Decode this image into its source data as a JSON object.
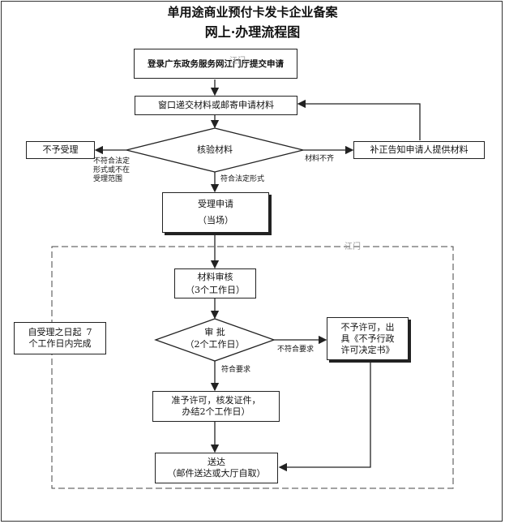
{
  "header": {
    "title": "单用途商业预付卡发卡企业备案",
    "subtitle": "网上·办理流程图"
  },
  "steps": {
    "login": "登录广东政务服务网江门厅提交申请",
    "submit_materials": "窗口递交材料或邮寄申请材料",
    "verify": "核验材料",
    "reject": "不予受理",
    "supplement": "补正告知申请人提供材料",
    "accept_line1": "受理申请",
    "accept_line2": "（当场）",
    "review_line1": "材料审核",
    "review_line2": "（3个工作日）",
    "approve_line1": "审 批",
    "approve_line2": "（2个工作日）",
    "deny_line1": "不予许可，出",
    "deny_line2": "具《不予行政",
    "deny_line3": "许可决定书》",
    "grant_line1": "准予许可，核发证件，",
    "grant_line2": "办结2个工作日）",
    "deliver_line1": "送达",
    "deliver_line2": "（邮件送达或大厅自取）",
    "note_line1": "自受理之日起",
    "note_7": "7",
    "note_line2": "个工作日内完成"
  },
  "labels": {
    "not_legal_1": "不符合法定",
    "not_legal_2": "形式或不在",
    "not_legal_3": "受理范围",
    "incomplete": "材料不齐",
    "legal_form": "符合法定形式",
    "not_meet": "不符合要求",
    "meet": "符合要求"
  },
  "watermarks": {
    "wm1": "江门",
    "wm2": "江门"
  }
}
